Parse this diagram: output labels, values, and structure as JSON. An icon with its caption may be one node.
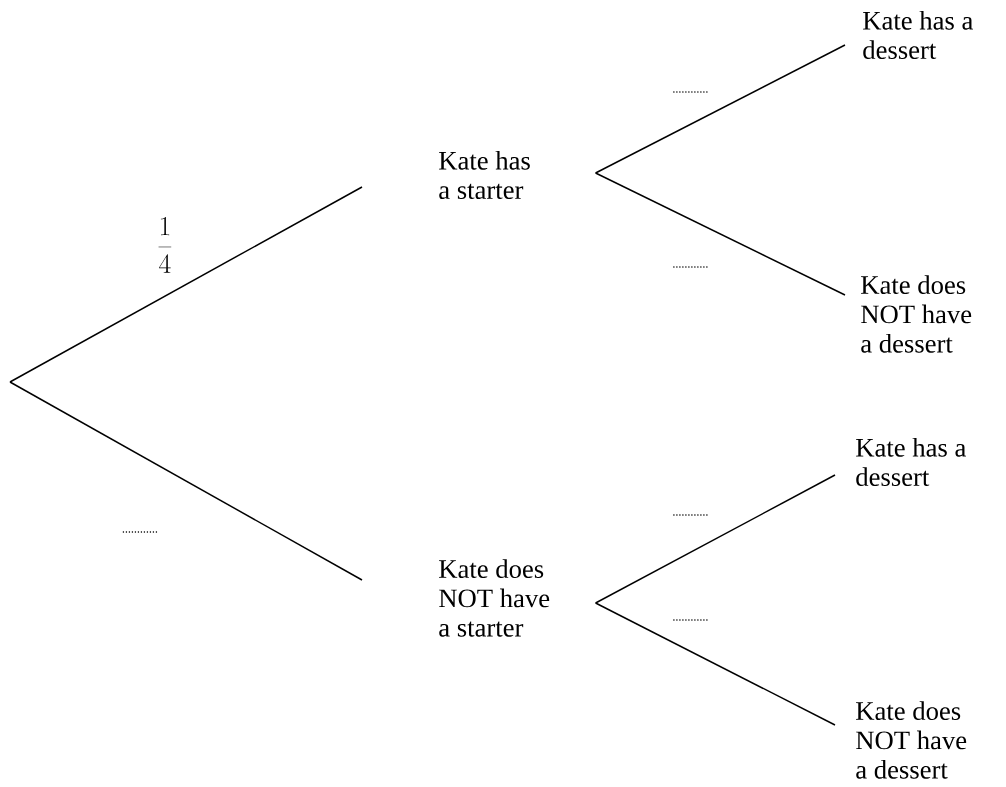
{
  "diagram": {
    "nodes": [
      {
        "text": [
          "Kate has a starter"
        ]
      },
      {
        "text": [
          "Kate does NOT have a starter"
        ]
      },
      {
        "text": [
          "Kate has a dessert"
        ]
      },
      {
        "text": [
          "Kate does NOT have a dessert"
        ]
      },
      {
        "text": [
          "Kate has a dessert"
        ]
      },
      {
        "text": [
          "Kate does NOT have a dessert"
        ]
      }
    ],
    "edges": [
      {
        "from": null,
        "to": 0,
        "arrow": "none",
        "label": "\\frac{1}{4}"
      },
      {
        "from": null,
        "to": 1,
        "arrow": "none",
        "label": "............"
      },
      {
        "from": 0,
        "to": 2,
        "arrow": "none",
        "label": "............"
      },
      {
        "from": 0,
        "to": 3,
        "arrow": "none",
        "label": "............"
      },
      {
        "from": 1,
        "to": 4,
        "arrow": "none",
        "label": "............"
      },
      {
        "from": 1,
        "to": 5,
        "arrow": "none",
        "label": "............"
      }
    ]
  }
}
